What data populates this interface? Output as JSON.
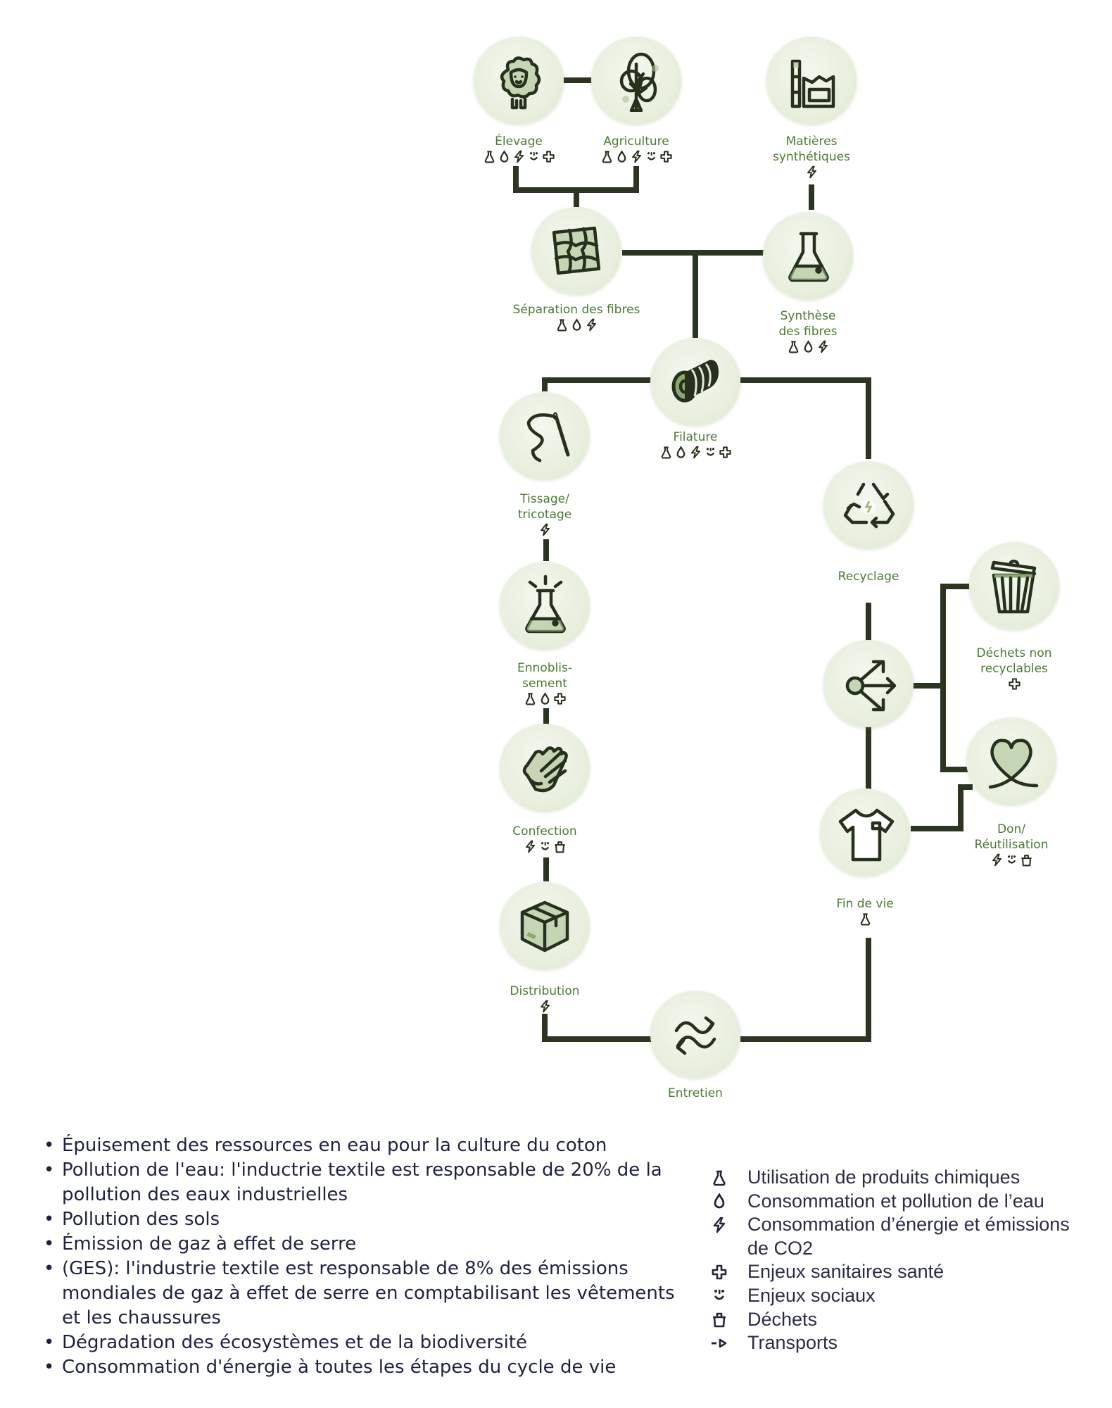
{
  "colors": {
    "connector": "#2c3422",
    "label": "#4b7a32",
    "text": "#1e2240",
    "legend_text": "#2b2d45"
  },
  "nodes": [
    {
      "id": "elevage",
      "icon": "sheep-icon",
      "label": [
        "Élevage"
      ],
      "impacts": [
        "flask",
        "drop",
        "bolt",
        "social",
        "plus"
      ]
    },
    {
      "id": "agriculture",
      "icon": "tree-icon",
      "label": [
        "Agriculture"
      ],
      "impacts": [
        "flask",
        "drop",
        "bolt",
        "social",
        "plus"
      ]
    },
    {
      "id": "matieres",
      "icon": "factory-icon",
      "label": [
        "Matières",
        "synthétiques"
      ],
      "impacts": [
        "bolt"
      ]
    },
    {
      "id": "separation",
      "icon": "fabric-icon",
      "label": [
        "Séparation des fibres"
      ],
      "impacts": [
        "flask",
        "drop",
        "bolt"
      ]
    },
    {
      "id": "synthese",
      "icon": "flask-icon",
      "label": [
        "Synthèse",
        "des fibres"
      ],
      "impacts": [
        "flask",
        "drop",
        "bolt"
      ]
    },
    {
      "id": "filature",
      "icon": "spool-icon",
      "label": [
        "Filature"
      ],
      "impacts": [
        "flask",
        "drop",
        "bolt",
        "social",
        "plus"
      ]
    },
    {
      "id": "tissage",
      "icon": "needle-icon",
      "label": [
        "Tissage/",
        "tricotage"
      ],
      "impacts": [
        "bolt"
      ]
    },
    {
      "id": "recyclage",
      "icon": "recycle-icon",
      "label": [
        "Recyclage"
      ],
      "impacts": []
    },
    {
      "id": "ennoblissement",
      "icon": "flask-sparkle-icon",
      "label": [
        "Ennoblis-",
        "sement"
      ],
      "impacts": [
        "flask",
        "drop",
        "plus"
      ]
    },
    {
      "id": "dechets",
      "icon": "trash-icon",
      "label": [
        "Déchets non",
        "recyclables"
      ],
      "impacts": [
        "plus"
      ]
    },
    {
      "id": "split",
      "icon": "split-arrows-icon",
      "label": [],
      "impacts": []
    },
    {
      "id": "confection",
      "icon": "hands-icon",
      "label": [
        "Confection"
      ],
      "impacts": [
        "bolt",
        "social",
        "bin"
      ]
    },
    {
      "id": "don",
      "icon": "heart-icon",
      "label": [
        "Don/",
        "Réutilisation"
      ],
      "impacts": [
        "bolt",
        "social",
        "bin"
      ]
    },
    {
      "id": "findevie",
      "icon": "tshirt-icon",
      "label": [
        "Fin de vie"
      ],
      "impacts": [
        "flask"
      ]
    },
    {
      "id": "distribution",
      "icon": "box-icon",
      "label": [
        "Distribution"
      ],
      "impacts": [
        "bolt"
      ]
    },
    {
      "id": "entretien",
      "icon": "cycle-arrows-icon",
      "label": [
        "Entretien"
      ],
      "impacts": []
    }
  ],
  "bullets": [
    "Épuisement des ressources en eau pour la culture du coton",
    "Pollution de l'eau: l'inductrie textile est responsable de 20% de la pollution des eaux industrielles",
    "Pollution des sols",
    "Émission de gaz à effet de serre",
    "(GES): l'industrie textile est responsable de 8% des émissions mondiales de gaz à effet de serre en comptabilisant les vêtements et les chaussures",
    "Dégradation des écosystèmes et de la biodiversité",
    "Consommation d'énergie à toutes les étapes du cycle de vie"
  ],
  "legend": [
    {
      "icon": "flask",
      "label": "Utilisation de produits chimiques"
    },
    {
      "icon": "drop",
      "label": "Consommation et pollution de l’eau"
    },
    {
      "icon": "bolt",
      "label": "Consommation d’énergie et émissions de CO2"
    },
    {
      "icon": "plus",
      "label": "Enjeux sanitaires santé"
    },
    {
      "icon": "social",
      "label": "Enjeux sociaux"
    },
    {
      "icon": "bin",
      "label": "Déchets"
    },
    {
      "icon": "transport",
      "label": "Transports"
    }
  ]
}
